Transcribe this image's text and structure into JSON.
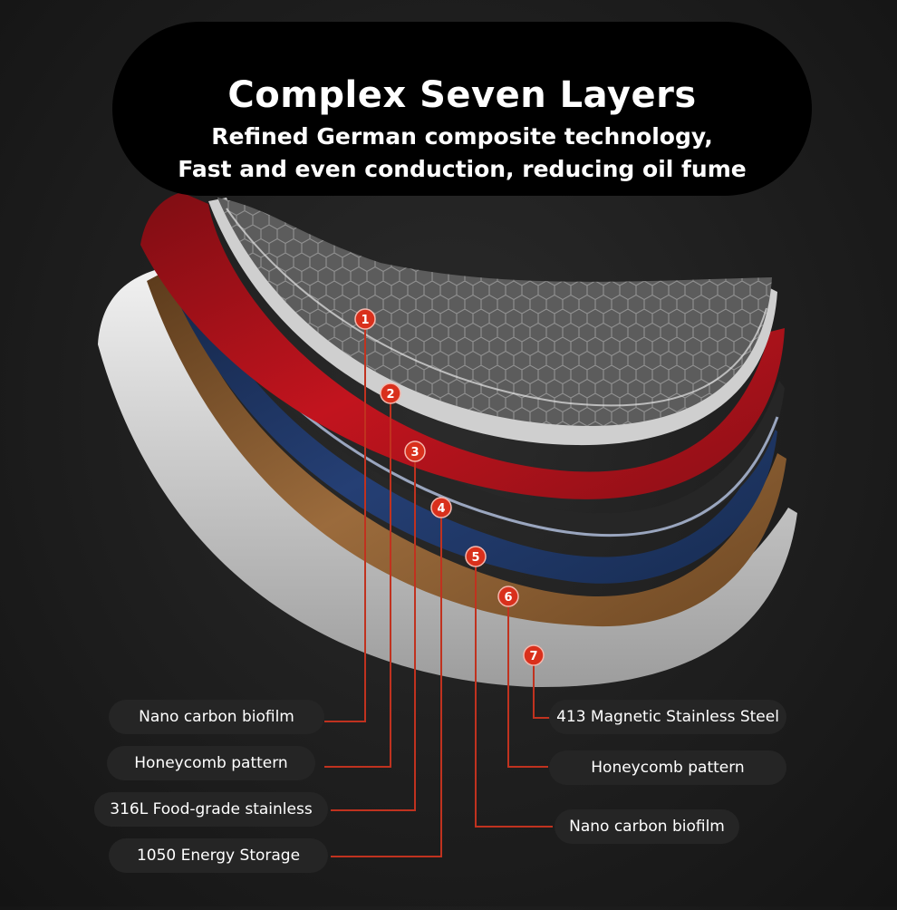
{
  "banner": {
    "title": "Complex Seven Layers",
    "subtitle_line1": "Refined German composite technology,",
    "subtitle_line2": "Fast and even conduction, reducing oil fume"
  },
  "markers": [
    "1",
    "2",
    "3",
    "4",
    "5",
    "6",
    "7"
  ],
  "labels": {
    "left": [
      "Nano carbon biofilm",
      "Honeycomb pattern",
      "316L Food-grade stainless",
      "1050 Energy Storage"
    ],
    "right": [
      "413 Magnetic Stainless Steel",
      "Honeycomb pattern",
      "Nano carbon biofilm"
    ]
  },
  "colors": {
    "marker": "#d9301c",
    "leader_line": "#c0321f",
    "red_layer": "#b3121b",
    "blue_layer": "#1d3566",
    "bronze_layer": "#8a6035",
    "steel_layer": "#d7d7d7"
  }
}
